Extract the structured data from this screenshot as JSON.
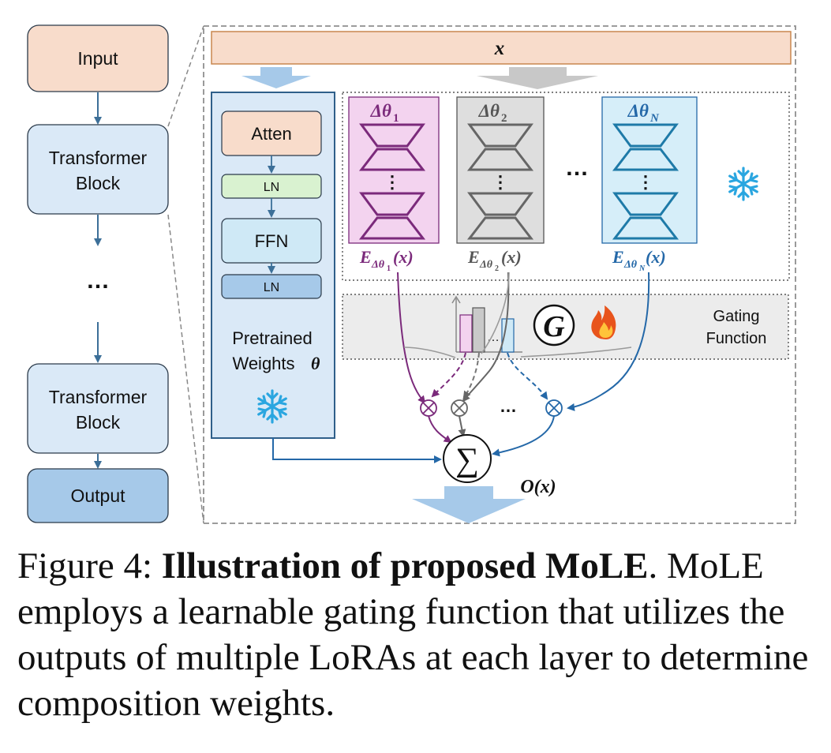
{
  "left_stack": {
    "input": "Input",
    "transformer_block_1": [
      "Transformer",
      "Block"
    ],
    "ellipsis": "…",
    "transformer_block_2": [
      "Transformer",
      "Block"
    ],
    "output": "Output"
  },
  "top_bar": {
    "label": "x"
  },
  "pretrained": {
    "atten": "Atten",
    "ln1": "LN",
    "ffn": "FFN",
    "ln2": "LN",
    "label_line1": "Pretrained",
    "label_line2": "Weights",
    "theta": "θ"
  },
  "experts": [
    {
      "header": "Δθ",
      "sub": "1",
      "output_base": "E",
      "output_sub": "Δθ",
      "output_subsub": "1",
      "output_arg": "(x)",
      "color": "#7b2a7b",
      "fill": "#f3d3ef"
    },
    {
      "header": "Δθ",
      "sub": "2",
      "output_base": "E",
      "output_sub": "Δθ",
      "output_subsub": "2",
      "output_arg": "(x)",
      "color": "#555555",
      "fill": "#dedede"
    },
    {
      "header": "Δθ",
      "sub": "N",
      "output_base": "E",
      "output_sub": "Δθ",
      "output_subsub": "N",
      "output_arg": "(x)",
      "color": "#2468a8",
      "fill": "#d6eef9"
    }
  ],
  "expert_ellipsis": "…",
  "inner_dots": "⋮",
  "gating": {
    "symbol": "G",
    "label_line1": "Gating",
    "label_line2": "Function",
    "bars_ellipsis": "…"
  },
  "mult_ellipsis": "…",
  "sum_symbol": "∑",
  "output_label": "O(x)",
  "caption": {
    "fig": "Figure 4:",
    "title_bold": "Illustration of proposed MoLE",
    "title_end": ".",
    "body": "MoLE employs a learnable gating function that utilizes the outputs of multiple LoRAs at each layer to determine composition weights."
  },
  "colors": {
    "input_fill": "#f8dccb",
    "block_fill": "#dae9f7",
    "output_fill": "#a6c9e9",
    "arrow_blue": "#3c6f98",
    "purple": "#7b2a7b",
    "gray": "#555555",
    "blue": "#2468a8",
    "snowflake": "#2aa6e0",
    "fire": "#e8541c"
  }
}
